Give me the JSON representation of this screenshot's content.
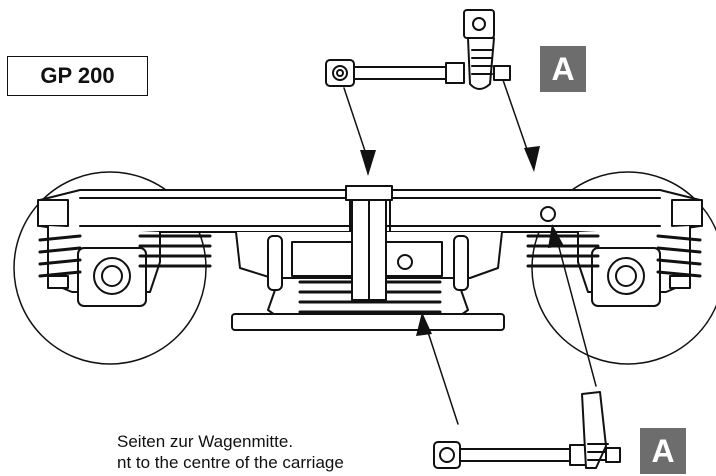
{
  "model_label": "GP 200",
  "badge_label": "A",
  "caption": {
    "line1": "Seiten zur Wagenmitte.",
    "line2": "nt to the centre of the carriage"
  }
}
